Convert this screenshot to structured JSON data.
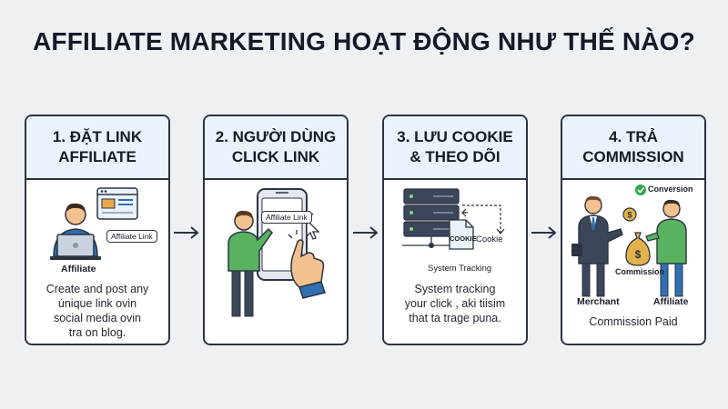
{
  "title": "AFFILIATE MARKETING HOẠT ĐỘNG NHƯ THẾ NÀO?",
  "steps": [
    {
      "heading_line1": "1. ĐẶT LINK",
      "heading_line2": "AFFILIATE",
      "tag": "Affiliate Link",
      "caption": "Affiliate",
      "desc_lines": [
        "Create and post any",
        "únique link ovin",
        "social media ovin",
        "tra on blog."
      ]
    },
    {
      "heading_line1": "2. NGƯỜI DÙNG",
      "heading_line2": "CLICK LINK",
      "tag": "Affiliate Link",
      "desc_lines": []
    },
    {
      "heading_line1": "3. LƯU COOKIE",
      "heading_line2": "& THEO DÕI",
      "cookie_file": "COOKIE",
      "cookie_label": "Cookie",
      "caption": "System Tracking",
      "desc_lines": [
        "System tracking",
        "your click , aki tiisim",
        "that ta trage puna."
      ]
    },
    {
      "heading_line1": "4. TRẢ",
      "heading_line2": "COMMISSION",
      "conversion": "Conversion",
      "commission": "Commission",
      "merchant": "Merchant",
      "affiliate": "Affiliate",
      "desc_lines": [
        "Commission Paid"
      ]
    }
  ],
  "colors": {
    "header_bg": "#eaf2fa",
    "person_blue": "#2f6fb3",
    "person_green": "#58b25f",
    "outline": "#2c3442",
    "skin": "#f3c08f",
    "money": "#e2b24a",
    "check": "#2fa84f"
  }
}
